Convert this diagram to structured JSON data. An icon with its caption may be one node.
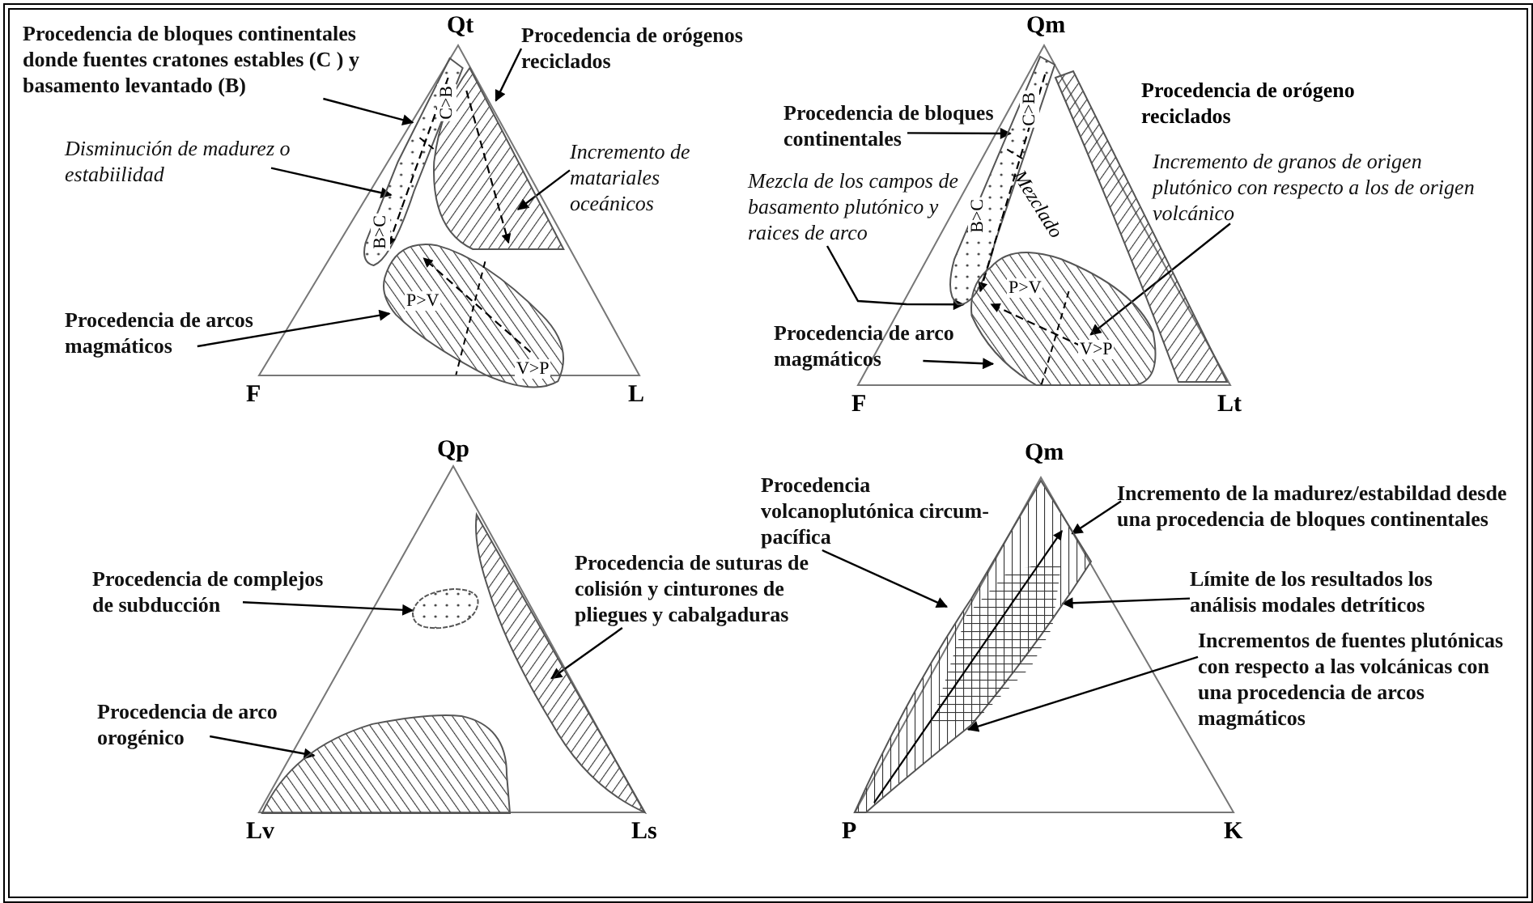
{
  "diagram": {
    "nodes": [
      {
        "text": [
          "Procedencia de bloques continentales donde fuentes cratones estables (C ) y basamento levantado (B)"
        ]
      },
      {
        "text": [
          "Disminución de madurez o estabiilidad"
        ]
      },
      {
        "text": [
          "Procedencia de orógenos reciclados"
        ]
      },
      {
        "text": [
          "Incremento de matariales oceánicos"
        ]
      },
      {
        "text": [
          "Procedencia de arcos magmáticos"
        ]
      },
      {
        "text": [
          "C>B",
          "B>C"
        ]
      },
      {
        "text": [],
        "shape": "triangle"
      },
      {
        "text": [
          "P>V",
          "V>P"
        ]
      },
      {
        "text": [
          "Procedencia de bloques continentales"
        ]
      },
      {
        "text": [
          "Mezcla de los campos de basamento plutónico y raices de arco"
        ]
      },
      {
        "text": [
          "Procedencia de arco magmáticos"
        ]
      },
      {
        "text": [
          "Incremento de granos de origen plutónico con respecto a los de origen volcánico"
        ]
      },
      {
        "text": [
          "C>B",
          "B>C"
        ]
      },
      {
        "text": [
          "P>V",
          "V>P"
        ]
      },
      {
        "text": [],
        "shape": "bar"
      },
      {
        "text": [
          "Procedencia de complejos de subducción"
        ]
      },
      {
        "text": [
          "Procedencia de suturas de colisión y cinturones de pliegues y cabalgaduras"
        ]
      },
      {
        "text": [
          "Procedencia de arco orogénico"
        ]
      },
      {
        "text": [],
        "shape": "ellipse"
      },
      {
        "text": [],
        "shape": "bar"
      },
      {
        "text": [],
        "shape": "area"
      },
      {
        "text": [
          "Procedencia volcanoplutónica circum-pacífica"
        ]
      },
      {
        "text": [
          "Incremento de la madurez/estabildad desde una procedencia de bloques continentales"
        ]
      },
      {
        "text": [
          "Límite de los resultados los análisis modales detríticos"
        ]
      },
      {
        "text": [
          "Incrementos de fuentes plutónicas con respecto a las volcánicas con una procedencia de arcos magmáticos"
        ]
      },
      {
        "text": [],
        "shape": "area"
      }
    ],
    "edges": [
      {
        "from": 0,
        "to": 5,
        "arrow": "to"
      },
      {
        "from": 1,
        "to": 5,
        "arrow": "to"
      },
      {
        "from": 2,
        "to": 6,
        "arrow": "to"
      },
      {
        "from": 3,
        "to": 6,
        "arrow": "to"
      },
      {
        "from": 4,
        "to": 7,
        "arrow": "to"
      },
      {
        "from": 8,
        "to": 12,
        "arrow": "to"
      },
      {
        "from": 9,
        "to": 12,
        "arrow": "to"
      },
      {
        "from": 10,
        "to": 13,
        "arrow": "to"
      },
      {
        "from": 11,
        "to": 13,
        "arrow": "to"
      },
      {
        "from": 15,
        "to": 18,
        "arrow": "to"
      },
      {
        "from": 16,
        "to": 19,
        "arrow": "to"
      },
      {
        "from": 17,
        "to": 20,
        "arrow": "to"
      },
      {
        "from": 21,
        "to": 25,
        "arrow": "to"
      },
      {
        "from": 22,
        "to": 25,
        "arrow": "to"
      },
      {
        "from": 23,
        "to": 25,
        "arrow": "to"
      },
      {
        "from": 24,
        "to": 25,
        "arrow": "to"
      }
    ],
    "labels": [
      "Qt",
      "Qm",
      "Procedencia de orógeno reciclados",
      "Mezclado",
      "F",
      "L",
      "F",
      "Lt",
      "Qp",
      "Qm",
      "Lv",
      "Ls",
      "P",
      "K"
    ]
  }
}
